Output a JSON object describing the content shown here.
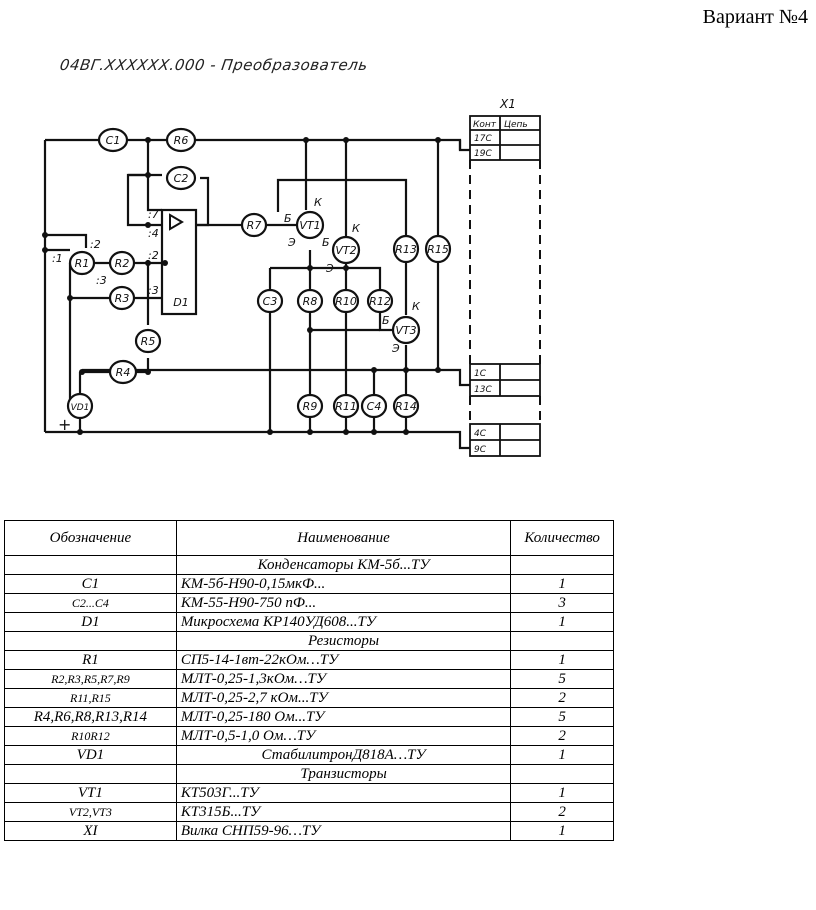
{
  "variant": "Вариант №4",
  "scheme_title": "04ВГ.XXXXXX.000 - Преобразователь",
  "schematic": {
    "connector_title": "X1",
    "connector_header": [
      "Конт",
      "Цепь"
    ],
    "connector_pins": [
      "17С",
      "19С",
      "1С",
      "13С",
      "4С",
      "9С"
    ],
    "components": [
      "C1",
      "R6",
      "C2",
      "R7",
      "VT1",
      "VT2",
      "R13",
      "R15",
      "R1",
      "R2",
      "R3",
      "D1",
      "C3",
      "R8",
      "R10",
      "R12",
      "VT3",
      "R5",
      "R4",
      "VD1",
      "R9",
      "R11",
      "C4",
      "R14"
    ],
    "pin_labels": [
      ":7",
      ":4",
      ":2",
      ":3",
      ":1",
      ":2",
      ":3"
    ],
    "transistor_labels": [
      "К",
      "Б",
      "Э"
    ],
    "plus_sign": "+"
  },
  "table": {
    "headers": [
      "Обозначение",
      "Наименование",
      "Количество"
    ],
    "rows": [
      {
        "section": "Конденсаторы КМ-5б...ТУ"
      },
      {
        "designation": "C1",
        "name": "КМ-5б-Н90-0,15мкФ...",
        "qty": "1"
      },
      {
        "designation": "C2...C4",
        "name": "КМ-55-Н90-750 пФ...",
        "qty": "3",
        "small": true
      },
      {
        "designation": "D1",
        "name": "Микросхема КР140УД608...ТУ",
        "qty": "1"
      },
      {
        "section": "Резисторы"
      },
      {
        "designation": "R1",
        "name": "СП5-14-1вт-22кОм…ТУ",
        "qty": "1"
      },
      {
        "designation": "R2,R3,R5,R7,R9",
        "name": "МЛТ-0,25-1,3кОм…ТУ",
        "qty": "5",
        "small": true
      },
      {
        "designation": "R11,R15",
        "name": "МЛТ-0,25-2,7 кОм...ТУ",
        "qty": "2",
        "small": true
      },
      {
        "designation": "R4,R6,R8,R13,R14",
        "name": "МЛТ-0,25-180 Ом...ТУ",
        "qty": "5"
      },
      {
        "designation": "R10R12",
        "name": "МЛТ-0,5-1,0 Ом…ТУ",
        "qty": "2",
        "small": true
      },
      {
        "designation": "VD1",
        "name": "СтабилитронД818А…ТУ",
        "qty": "1",
        "center": true
      },
      {
        "section": "Транзисторы"
      },
      {
        "designation": "VT1",
        "name": "КТ503Г...ТУ",
        "qty": "1"
      },
      {
        "designation": "VT2,VT3",
        "name": "КТ315Б...ТУ",
        "qty": "2",
        "small": true
      },
      {
        "designation": "XI",
        "name": "Вилка СНП59-96…ТУ",
        "qty": "1"
      }
    ]
  }
}
